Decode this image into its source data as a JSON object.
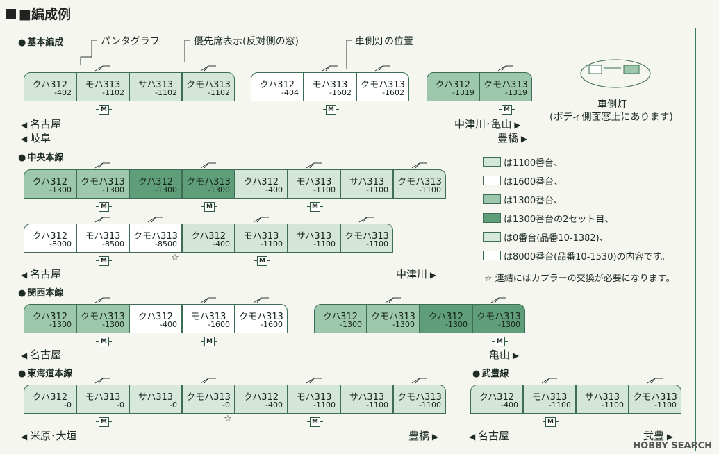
{
  "page_title": "■編成例",
  "colors": {
    "g1100": "#d4e6d8",
    "w1600": "#ffffff",
    "g1300": "#9ec8ad",
    "d1300": "#5f9e79",
    "g0": "#d8e8dc",
    "w8000": "#ffffff"
  },
  "callouts": {
    "pantograph": "パンタグラフ",
    "priority": "優先席表示(反対側の窓)",
    "lamp_pos": "車側灯の位置"
  },
  "lamp_note": {
    "label": "車側灯",
    "sub": "(ボディ側面窓上にあります)"
  },
  "motor_label": "M",
  "sections": {
    "basic": "基本編成",
    "chuo": "中央本線",
    "kansai": "関西本線",
    "tokaido": "東海道本線",
    "taketoyo": "武豊線"
  },
  "destinations": {
    "basic_l1": "名古屋",
    "basic_l2": "岐阜",
    "basic_r1": "中津川･亀山",
    "basic_r2": "豊橋",
    "chuo_l": "名古屋",
    "chuo_r": "中津川",
    "kansai_l": "名古屋",
    "kansai_r": "亀山",
    "tokaido_l": "米原･大垣",
    "tokaido_r": "豊橋",
    "taketoyo_l": "名古屋",
    "taketoyo_r": "武豊"
  },
  "legend": [
    {
      "text": "は1100番台、",
      "color": "#d4e6d8"
    },
    {
      "text": "は1600番台、",
      "color": "#ffffff"
    },
    {
      "text": "は1300番台、",
      "color": "#9ec8ad"
    },
    {
      "text": "は1300番台の2セット目、",
      "color": "#5f9e79"
    },
    {
      "text": "は0番台(品番10-1382)、",
      "color": "#d8e8dc"
    },
    {
      "text": "は8000番台(品番10-1530)の内容です。",
      "color": "#ffffff"
    }
  ],
  "legend_note": "☆ 連結にはカプラーの交換が必要になります。",
  "watermark": "HOBBY SEARCH",
  "trains": {
    "basic_a": [
      {
        "name": "クハ312",
        "no": "-402",
        "color": "g1100"
      },
      {
        "name": "モハ313",
        "no": "-1102",
        "color": "g1100",
        "motor": true
      },
      {
        "name": "サハ313",
        "no": "-1102",
        "color": "g1100"
      },
      {
        "name": "クモハ313",
        "no": "-1102",
        "color": "g1100"
      }
    ],
    "basic_b": [
      {
        "name": "クハ312",
        "no": "-404",
        "color": "w1600"
      },
      {
        "name": "モハ313",
        "no": "-1602",
        "color": "w1600",
        "motor": true
      },
      {
        "name": "クモハ313",
        "no": "-1602",
        "color": "w1600"
      }
    ],
    "basic_c": [
      {
        "name": "クハ312",
        "no": "-1319",
        "color": "g1300"
      },
      {
        "name": "クモハ313",
        "no": "-1319",
        "color": "g1300",
        "motor": true
      }
    ],
    "chuo1": [
      {
        "name": "クハ312",
        "no": "-1300",
        "color": "g1300"
      },
      {
        "name": "クモハ313",
        "no": "-1300",
        "color": "g1300",
        "motor": true
      },
      {
        "name": "クハ312",
        "no": "-1300",
        "color": "d1300"
      },
      {
        "name": "クモハ313",
        "no": "-1300",
        "color": "d1300",
        "motor": true
      },
      {
        "name": "クハ312",
        "no": "-400",
        "color": "g1100"
      },
      {
        "name": "モハ313",
        "no": "-1100",
        "color": "g1100",
        "motor": true
      },
      {
        "name": "サハ313",
        "no": "-1100",
        "color": "g1100"
      },
      {
        "name": "クモハ313",
        "no": "-1100",
        "color": "g1100"
      }
    ],
    "chuo2": [
      {
        "name": "クハ312",
        "no": "-8000",
        "color": "w8000"
      },
      {
        "name": "モハ313",
        "no": "-8500",
        "color": "w8000",
        "motor": true
      },
      {
        "name": "クモハ313",
        "no": "-8500",
        "color": "w8000"
      },
      {
        "name": "クハ312",
        "no": "-400",
        "color": "g1100"
      },
      {
        "name": "モハ313",
        "no": "-1100",
        "color": "g1100",
        "motor": true
      },
      {
        "name": "サハ313",
        "no": "-1100",
        "color": "g1100"
      },
      {
        "name": "クモハ313",
        "no": "-1100",
        "color": "g1100"
      }
    ],
    "kansai_a": [
      {
        "name": "クハ312",
        "no": "-1300",
        "color": "g1300"
      },
      {
        "name": "クモハ313",
        "no": "-1300",
        "color": "g1300",
        "motor": true
      },
      {
        "name": "クハ312",
        "no": "-400",
        "color": "w1600"
      },
      {
        "name": "モハ313",
        "no": "-1600",
        "color": "w1600",
        "motor": true
      },
      {
        "name": "クモハ313",
        "no": "-1600",
        "color": "w1600"
      }
    ],
    "kansai_b": [
      {
        "name": "クハ312",
        "no": "-1300",
        "color": "g1300"
      },
      {
        "name": "クモハ313",
        "no": "-1300",
        "color": "g1300"
      },
      {
        "name": "クハ312",
        "no": "-1300",
        "color": "d1300"
      },
      {
        "name": "クモハ313",
        "no": "-1300",
        "color": "d1300",
        "motor": true
      }
    ],
    "tokaido": [
      {
        "name": "クハ312",
        "no": "-0",
        "color": "g0"
      },
      {
        "name": "モハ313",
        "no": "-0",
        "color": "g0",
        "motor": true
      },
      {
        "name": "サハ313",
        "no": "-0",
        "color": "g0"
      },
      {
        "name": "クモハ313",
        "no": "-0",
        "color": "g0"
      },
      {
        "name": "クハ312",
        "no": "-400",
        "color": "g1100"
      },
      {
        "name": "モハ313",
        "no": "-1100",
        "color": "g1100",
        "motor": true
      },
      {
        "name": "サハ313",
        "no": "-1100",
        "color": "g1100"
      },
      {
        "name": "クモハ313",
        "no": "-1100",
        "color": "g1100"
      }
    ],
    "taketoyo": [
      {
        "name": "クハ312",
        "no": "-400",
        "color": "g1100"
      },
      {
        "name": "モハ313",
        "no": "-1100",
        "color": "g1100",
        "motor": true
      },
      {
        "name": "サハ313",
        "no": "-1100",
        "color": "g1100"
      },
      {
        "name": "クモハ313",
        "no": "-1100",
        "color": "g1100"
      }
    ]
  }
}
